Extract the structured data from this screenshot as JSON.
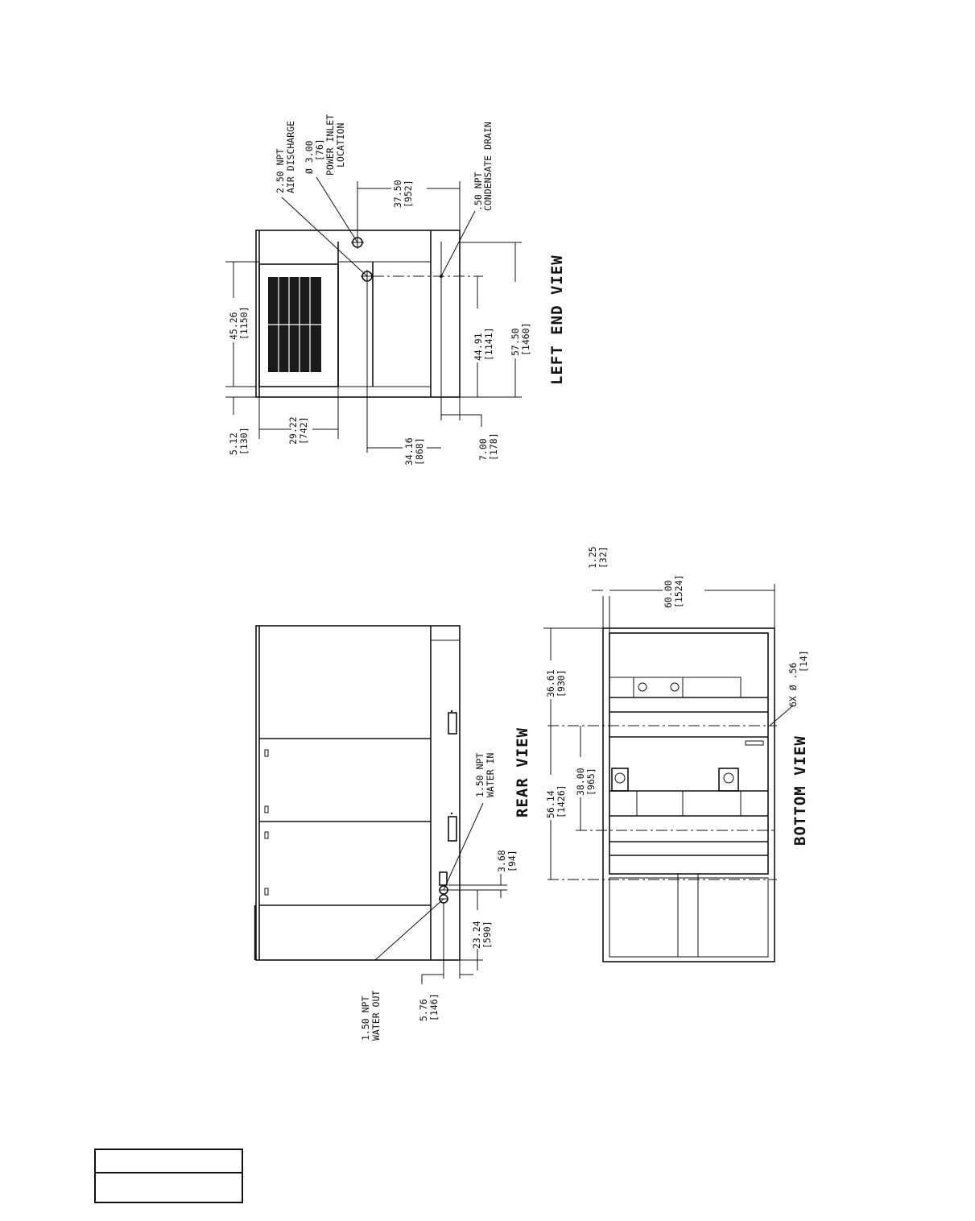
{
  "views": {
    "left_end": {
      "title": "LEFT END VIEW",
      "callouts": {
        "air_discharge": [
          "2.50 NPT",
          "AIR DISCHARGE"
        ],
        "power_inlet": [
          "Ø 3.00",
          "[76]",
          "POWER INLET",
          "LOCATION"
        ],
        "condensate_drain": [
          ".50 NPT",
          "CONDENSATE DRAIN"
        ]
      },
      "dims": {
        "d_37_50": [
          "37.50",
          "[952]"
        ],
        "d_45_26": [
          "45.26",
          "[1150]"
        ],
        "d_5_12": [
          "5.12",
          "[130]"
        ],
        "d_29_22": [
          "29.22",
          "[742]"
        ],
        "d_34_16": [
          "34.16",
          "[868]"
        ],
        "d_7_00": [
          "7.00",
          "[178]"
        ],
        "d_44_91": [
          "44.91",
          "[1141]"
        ],
        "d_57_50": [
          "57.50",
          "[1460]"
        ]
      }
    },
    "rear": {
      "title": "REAR VIEW",
      "callouts": {
        "water_in": [
          "1.50 NPT",
          "WATER IN"
        ],
        "water_out": [
          "1.50 NPT",
          "WATER OUT"
        ]
      },
      "dims": {
        "d_3_68": [
          "3.68",
          "[94]"
        ],
        "d_23_24": [
          "23.24",
          "[590]"
        ],
        "d_5_76": [
          "5.76",
          "[146]"
        ]
      }
    },
    "bottom": {
      "title": "BOTTOM VIEW",
      "callouts": {
        "holes": [
          "6X Ø .56",
          "[14]"
        ]
      },
      "dims": {
        "d_1_25": [
          "1.25",
          "[32]"
        ],
        "d_60_00": [
          "60.00",
          "[1524]"
        ],
        "d_36_61": [
          "36.61",
          "[930]"
        ],
        "d_38_00": [
          "38.00",
          "[965]"
        ],
        "d_56_14": [
          "56.14",
          "[1426]"
        ]
      }
    }
  }
}
